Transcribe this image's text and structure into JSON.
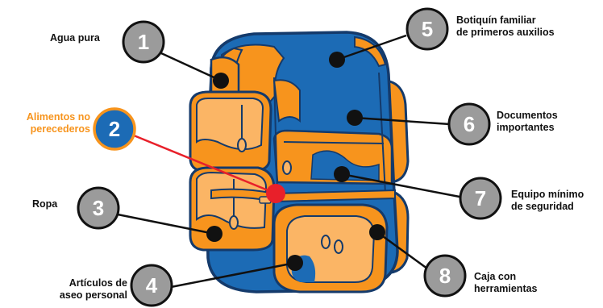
{
  "colors": {
    "orange": "#f7941d",
    "orange_light": "#fbb565",
    "blue": "#1c6bb5",
    "navy": "#143a6b",
    "highlight": "#f7941d",
    "highlight_dot": "#e8202a",
    "badge_grey": "#9b9b9b"
  },
  "items": [
    {
      "number": "1",
      "label": "Agua pura",
      "highlighted": false
    },
    {
      "number": "2",
      "label": "Alimentos no\nperecederos",
      "highlighted": true
    },
    {
      "number": "3",
      "label": "Ropa",
      "highlighted": false
    },
    {
      "number": "4",
      "label": "Artículos de\naseo personal",
      "highlighted": false
    },
    {
      "number": "5",
      "label": "Botiquín familiar\nde primeros auxilios",
      "highlighted": false
    },
    {
      "number": "6",
      "label": "Documentos\nimportantes",
      "highlighted": false
    },
    {
      "number": "7",
      "label": "Equipo mínimo\nde seguridad",
      "highlighted": false
    },
    {
      "number": "8",
      "label": "Caja con\nherramientas",
      "highlighted": false
    }
  ]
}
